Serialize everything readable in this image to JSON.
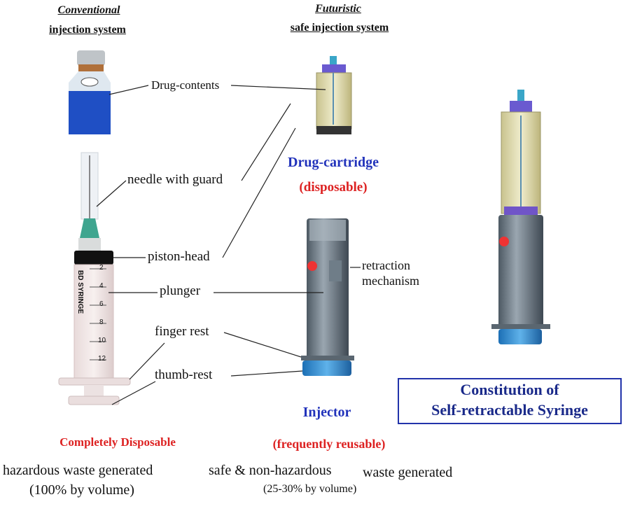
{
  "headers": {
    "conventional": {
      "line1": "Conventional",
      "line2": "injection system"
    },
    "futuristic": {
      "line1": "Futuristic",
      "line2": "safe injection system"
    }
  },
  "labels": {
    "drug_contents": "Drug-contents",
    "needle_with_guard": "needle with guard",
    "piston_head": "piston-head",
    "plunger": "plunger",
    "finger_rest": "finger rest",
    "thumb_rest": "thumb-rest",
    "retraction_1": "retraction",
    "retraction_2": "mechanism"
  },
  "syringe_text": {
    "brand": "BD SYRINGE",
    "scale": [
      "2",
      "4",
      "6",
      "8",
      "10",
      "12"
    ]
  },
  "cartridge": {
    "title": "Drug-cartridge",
    "note": "(disposable)"
  },
  "injector": {
    "title": "Injector",
    "note": "(frequently reusable)"
  },
  "conventional_note": "Completely Disposable",
  "waste": {
    "conventional_line1": "hazardous waste  generated",
    "conventional_line2": "(100% by volume)",
    "futuristic_line1_a": "safe & non-hazardous",
    "futuristic_line1_b": "waste  generated",
    "futuristic_line2": "(25-30% by volume)"
  },
  "box": {
    "line1": "Constitution of",
    "line2": "Self-retractable Syringe"
  },
  "colors": {
    "blue": "#2233bb",
    "red": "#dd2222",
    "box": "#1a2a8a"
  }
}
